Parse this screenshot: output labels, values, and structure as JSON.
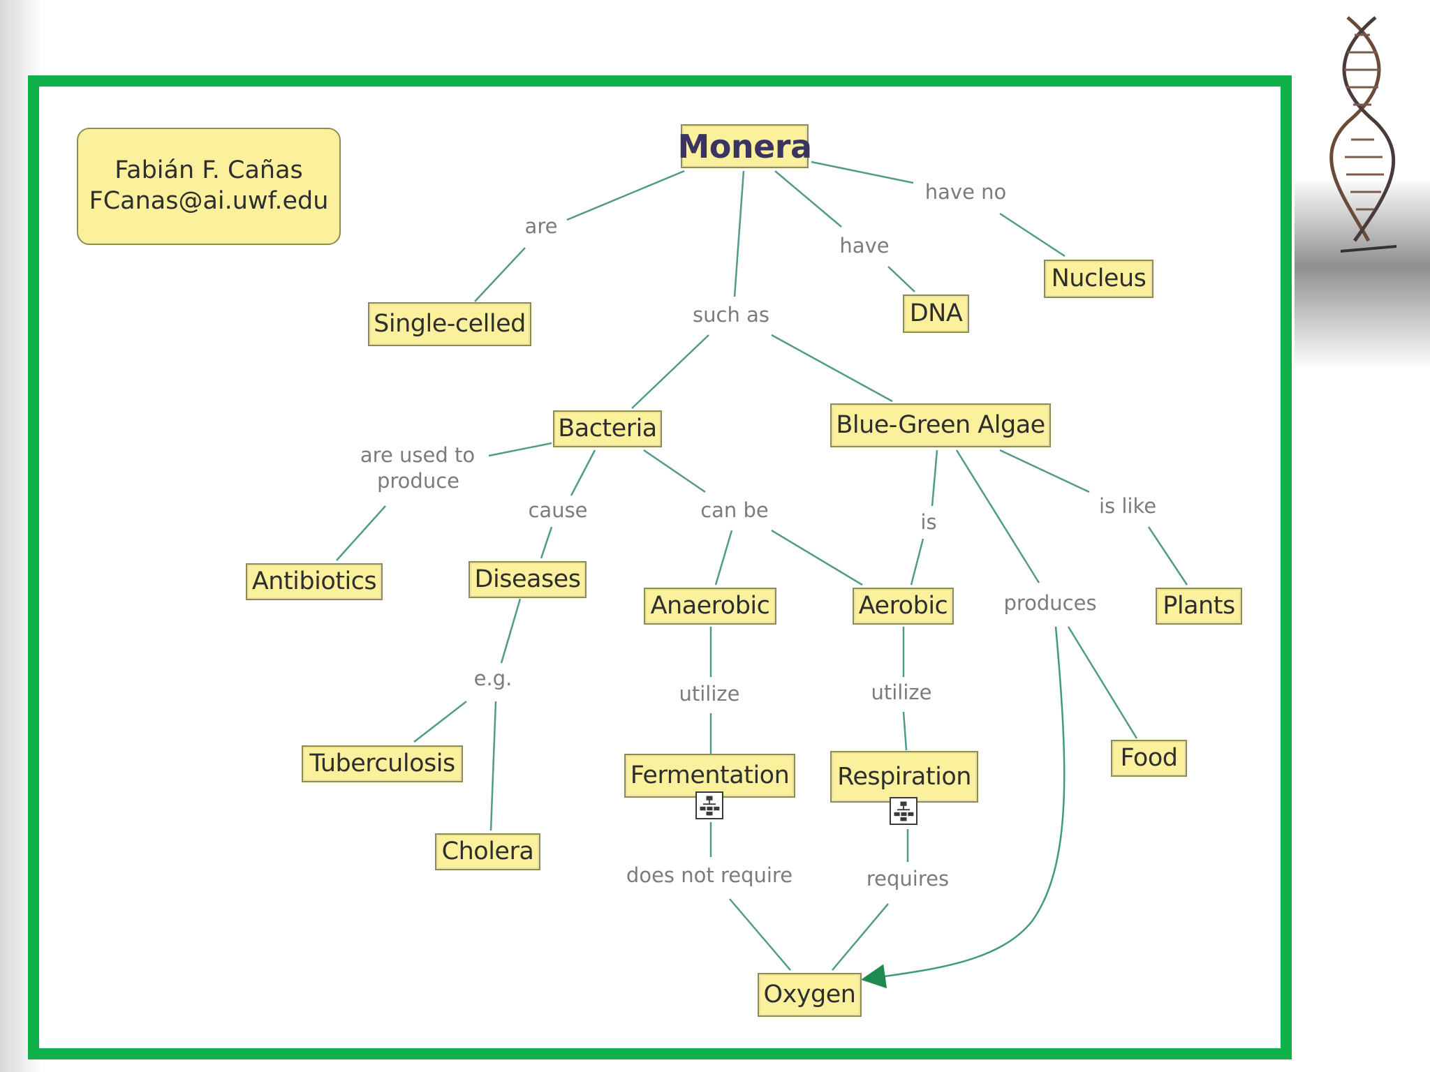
{
  "author": {
    "name": "Fabián F. Cañas",
    "email": "FCanas@ai.uwf.edu"
  },
  "concepts": {
    "monera": "Monera",
    "single_celled": "Single-celled",
    "dna": "DNA",
    "nucleus": "Nucleus",
    "bacteria": "Bacteria",
    "blue_green_algae": "Blue-Green Algae",
    "antibiotics": "Antibiotics",
    "diseases": "Diseases",
    "anaerobic": "Anaerobic",
    "aerobic": "Aerobic",
    "plants": "Plants",
    "tuberculosis": "Tuberculosis",
    "cholera": "Cholera",
    "fermentation": "Fermentation",
    "respiration": "Respiration",
    "food": "Food",
    "oxygen": "Oxygen"
  },
  "links": {
    "are": "are",
    "such_as": "such as",
    "have": "have",
    "have_no": "have no",
    "are_used_to_produce_1": "are used to",
    "are_used_to_produce_2": "produce",
    "cause": "cause",
    "can_be": "can be",
    "is": "is",
    "is_like": "is like",
    "produces": "produces",
    "eg": "e.g.",
    "utilize_anaerobic": "utilize",
    "utilize_aerobic": "utilize",
    "does_not_require": "does not require",
    "requires": "requires"
  },
  "colors": {
    "frame": "#10b14b",
    "node_fill": "#fbf19c",
    "link_line": "#4f9a8a",
    "arrow": "#1e8a4f"
  },
  "icons": [
    "dna-helix-icon",
    "concept-map-icon"
  ]
}
